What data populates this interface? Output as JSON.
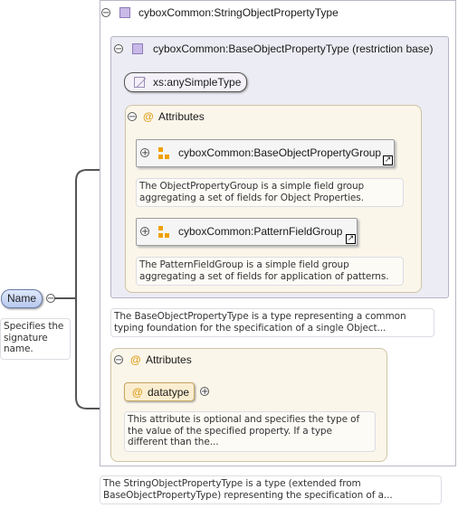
{
  "outer": {
    "title": "cyboxCommon:StringObjectPropertyType",
    "description": "The StringObjectPropertyType is a type (extended from BaseObjectPropertyType) representing the specification of a..."
  },
  "base": {
    "title": "cyboxCommon:BaseObjectPropertyType (restriction base)",
    "simple_type": "xs:anySimpleType",
    "description": "The BaseObjectPropertyType is a type representing a common typing foundation for the specification of a single Object...",
    "attributes": {
      "title": "Attributes",
      "groups": [
        {
          "name": "cyboxCommon:BaseObjectPropertyGroup",
          "description": "The ObjectPropertyGroup is a simple field group aggregating a set of fields for Object Properties."
        },
        {
          "name": "cyboxCommon:PatternFieldGroup",
          "description": "The PatternFieldGroup is a simple field group aggregating a set of fields for application of patterns."
        }
      ]
    }
  },
  "attributes2": {
    "title": "Attributes",
    "datatype": {
      "name": "datatype",
      "description": "This attribute is optional and specifies the type of the value of the specified property. If a type different than the..."
    }
  },
  "element": {
    "name": "Name",
    "description": "Specifies the signature name."
  },
  "symbols": {
    "collapse": "⊖",
    "expand": "⊕",
    "attribute": "@",
    "shortcut": "↗"
  },
  "colors": {
    "complex_type_fill": "#ececf4",
    "attribute_fill": "#fbf6ea",
    "element_pill": "#b8c8ee",
    "group_icon": "#f0a000"
  }
}
